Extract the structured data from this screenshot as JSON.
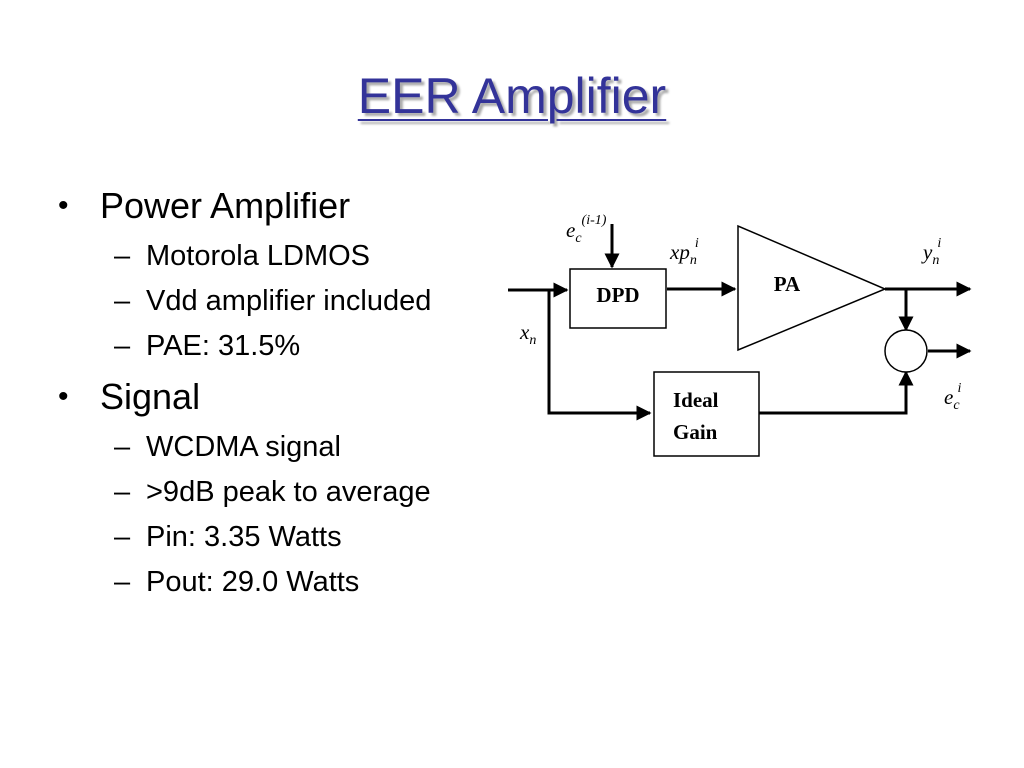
{
  "slide": {
    "title": "EER Amplifier"
  },
  "bullets": [
    {
      "text": "Power Amplifier",
      "items": [
        "Motorola LDMOS",
        "Vdd amplifier included",
        "PAE: 31.5%"
      ]
    },
    {
      "text": "Signal",
      "items": [
        "WCDMA signal",
        ">9dB peak to average",
        "Pin: 3.35 Watts",
        "Pout: 29.0 Watts"
      ]
    }
  ],
  "diagram": {
    "dpd_label": "DPD",
    "pa_label": "PA",
    "gain_label_1": "Ideal",
    "gain_label_2": "Gain",
    "error_prev": {
      "base": "e",
      "sub": "c",
      "sup": "(i-1)"
    },
    "pa_input": {
      "base": "xp",
      "sub": "n",
      "sup": "i"
    },
    "output": {
      "base": "y",
      "sub": "n",
      "sup": "i"
    },
    "input": {
      "base": "x",
      "sub": "n"
    },
    "error": {
      "base": "e",
      "sub": "c",
      "sup": "i"
    }
  }
}
